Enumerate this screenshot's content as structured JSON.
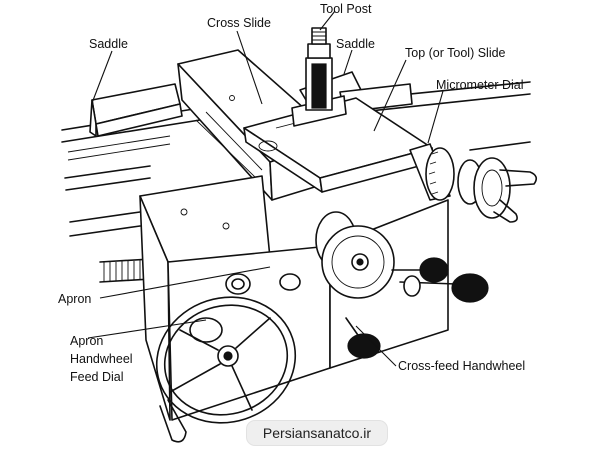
{
  "labels": {
    "tool_post": "Tool Post",
    "cross_slide": "Cross Slide",
    "saddle_left": "Saddle",
    "saddle_right": "Saddle",
    "top_slide": "Top (or Tool) Slide",
    "micrometer_dial": "Micrometer Dial",
    "apron": "Apron",
    "apron_handwheel_line1": "Apron",
    "apron_handwheel_line2": "Handwheel",
    "apron_handwheel_line3": "Feed Dial",
    "crossfeed_handwheel": "Cross-feed Handwheel"
  },
  "watermark": "Persiansanatco.ir"
}
